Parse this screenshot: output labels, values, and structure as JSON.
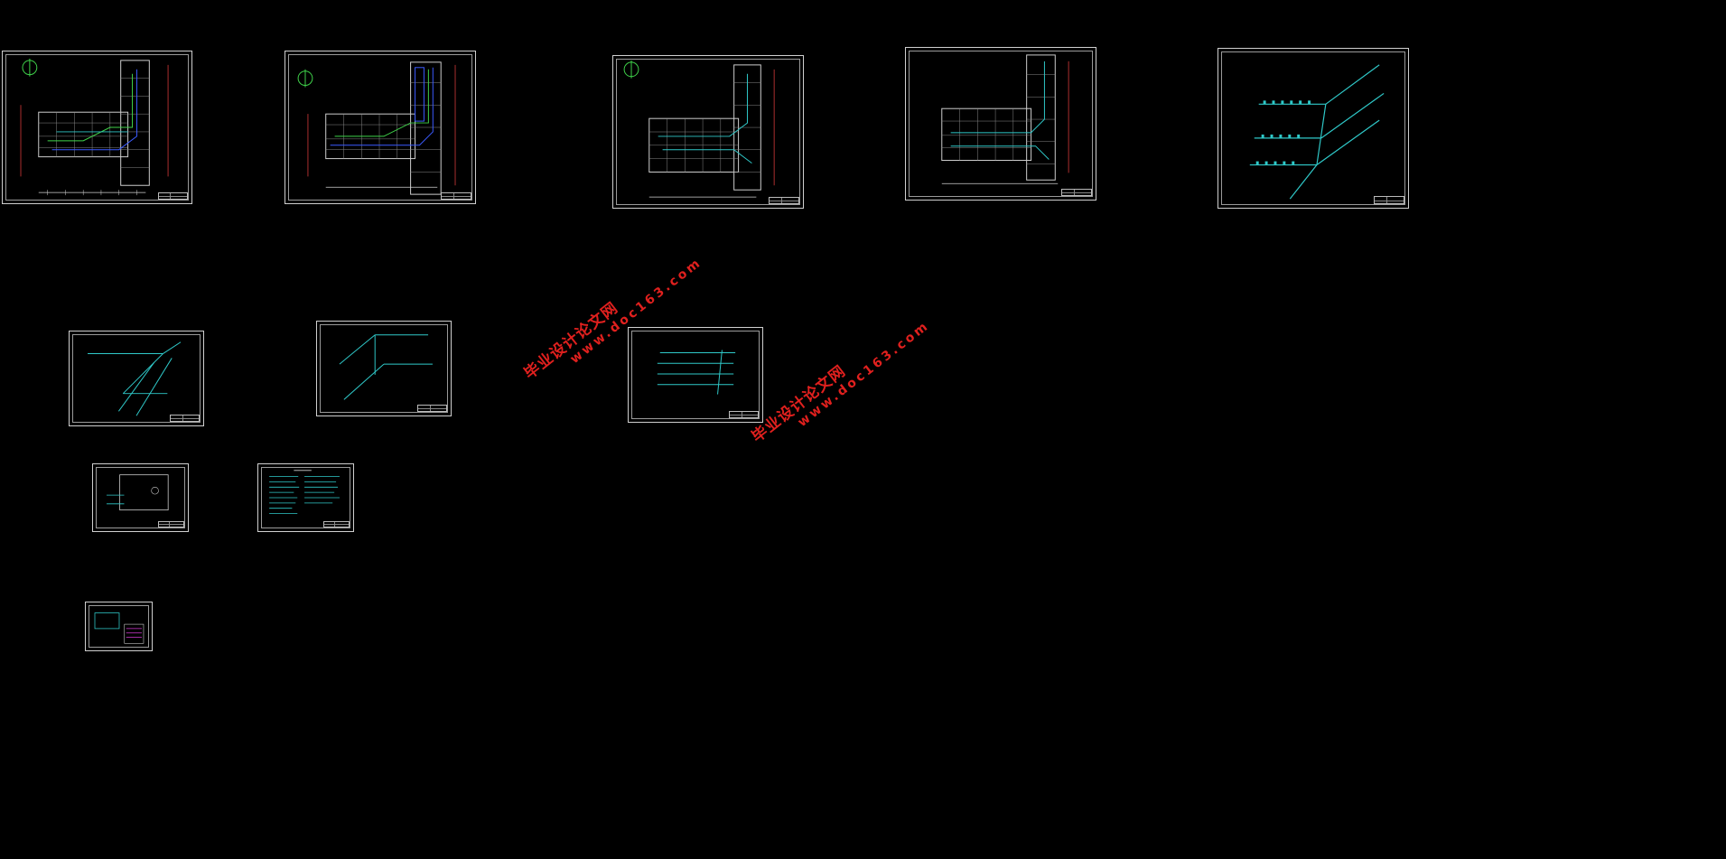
{
  "canvas": {
    "background": "#000000",
    "line_color": "#cfcfcf",
    "pipe_color": "#2fc9c9",
    "accent_green": "#3fd24a",
    "accent_blue": "#3b5bff",
    "accent_magenta": "#d63ad6"
  },
  "sheets": [
    {
      "id": "floor-plan-1",
      "kind": "floor-plan"
    },
    {
      "id": "floor-plan-2",
      "kind": "floor-plan"
    },
    {
      "id": "floor-plan-3",
      "kind": "floor-plan"
    },
    {
      "id": "floor-plan-4",
      "kind": "floor-plan"
    },
    {
      "id": "isometric-1",
      "kind": "isometric"
    },
    {
      "id": "isometric-2",
      "kind": "isometric"
    },
    {
      "id": "isometric-3",
      "kind": "isometric"
    },
    {
      "id": "isometric-4",
      "kind": "isometric-flat"
    },
    {
      "id": "detail-1",
      "kind": "detail"
    },
    {
      "id": "notes-1",
      "kind": "notes"
    },
    {
      "id": "schedule-1",
      "kind": "schedule"
    }
  ],
  "watermarks": [
    {
      "cn": "毕业设计论文网",
      "url": "www.doc163.com",
      "color": "#e0201e"
    },
    {
      "cn": "毕业设计论文网",
      "url": "www.doc163.com",
      "color": "#e0201e"
    }
  ]
}
